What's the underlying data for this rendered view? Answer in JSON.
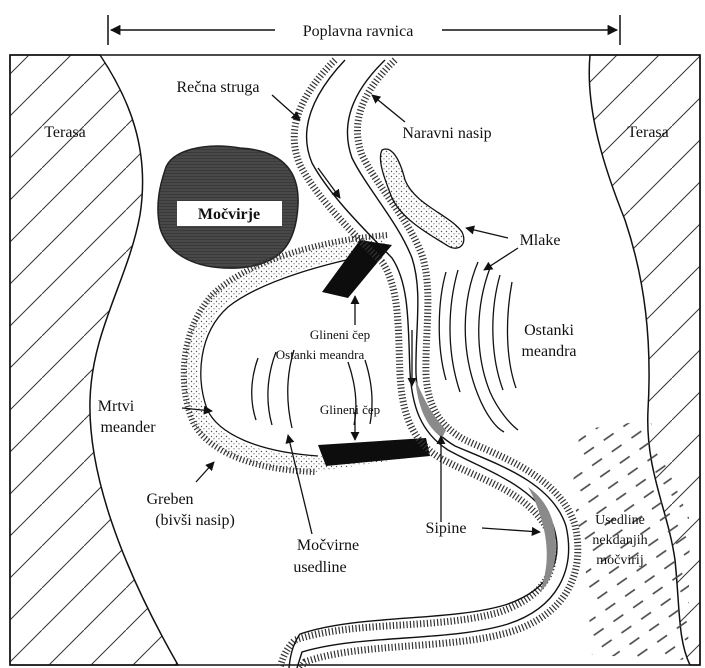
{
  "labels": {
    "floodplain": "Poplavna ravnica",
    "terrace_left": "Terasa",
    "terrace_right": "Terasa",
    "river_bed": "Rečna struga",
    "natural_levee": "Naravni nasip",
    "swamp": "Močvirje",
    "pools": "Mlake",
    "meander_remains_right_1": "Ostanki",
    "meander_remains_right_2": "meandra",
    "clay_plug_top": "Glineni čep",
    "meander_remains_center": "Ostanki meandra",
    "clay_plug_bottom": "Glineni čep",
    "oxbow_1": "Mrtvi",
    "oxbow_2": "meander",
    "ridge_1": "Greben",
    "ridge_2": "(bivši nasip)",
    "swamp_deposits_1": "Močvirne",
    "swamp_deposits_2": "usedline",
    "bars": "Sipine",
    "old_swamp_deposits_1": "Usedline",
    "old_swamp_deposits_2": "nekdanjih",
    "old_swamp_deposits_3": "močvirij"
  },
  "colors": {
    "ink": "#111111",
    "swamp": "#3a3a3a",
    "clay_plug": "#0d0d0d",
    "bars": "#8a8a8a"
  }
}
